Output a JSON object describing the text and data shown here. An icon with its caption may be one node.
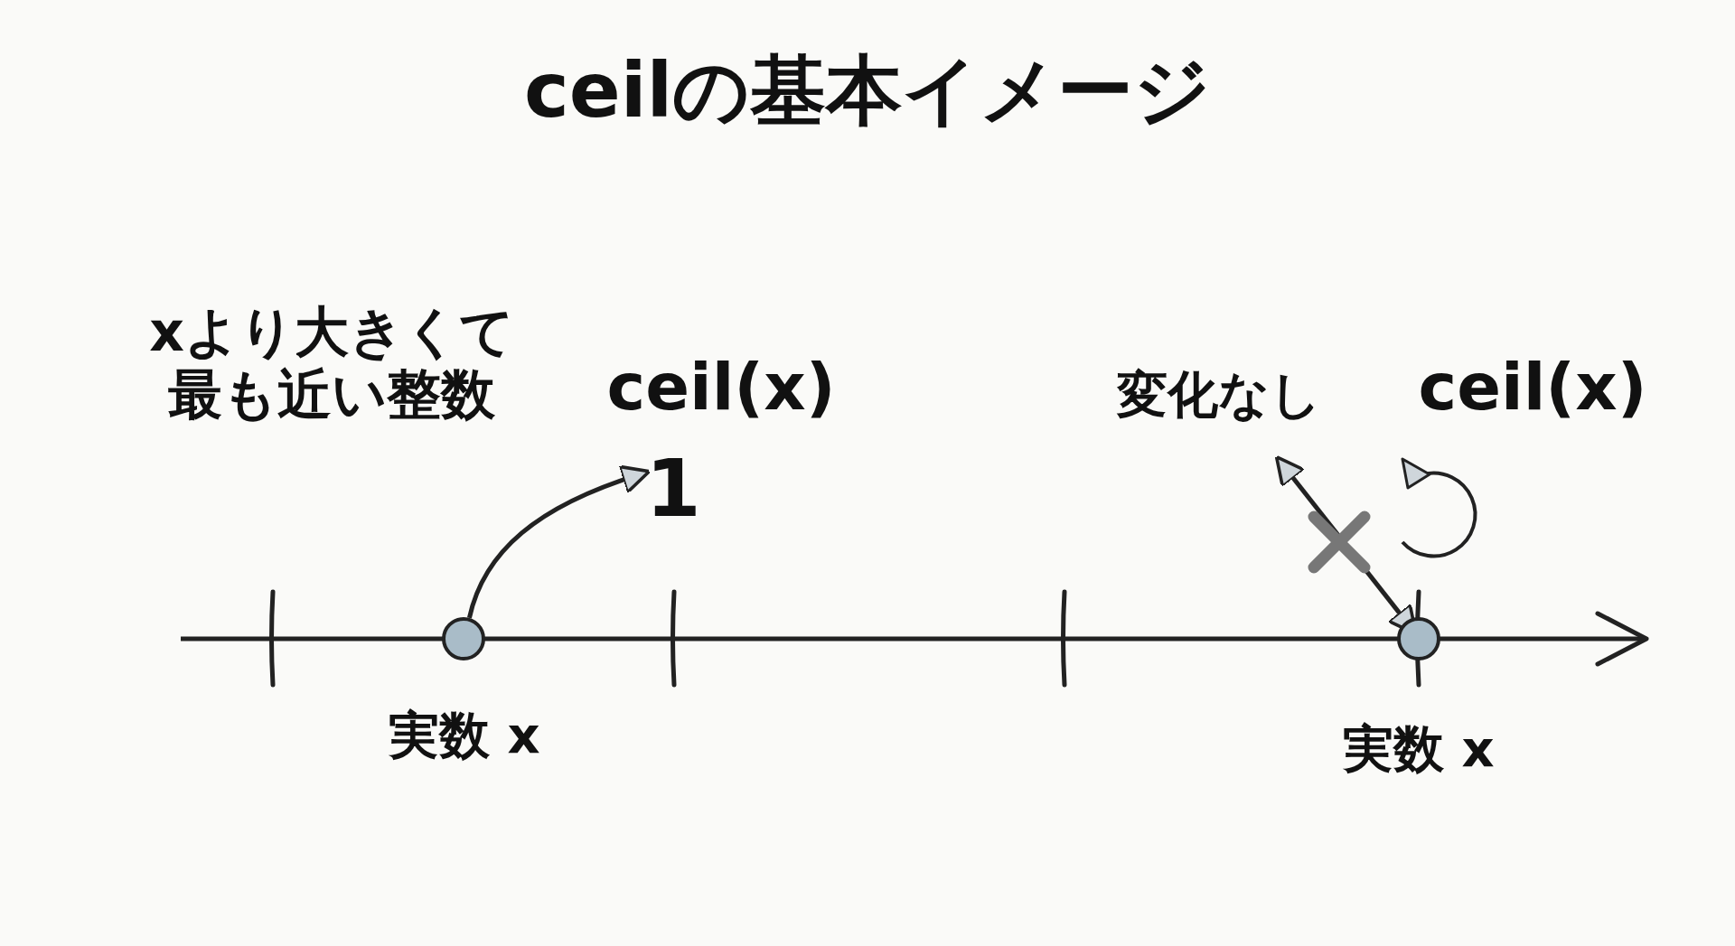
{
  "diagram": {
    "title": "ceilの基本イメージ",
    "nodes": [
      {
        "text": [],
        "shape": "circle",
        "beside": [
          "実数 x"
        ]
      },
      {
        "text": [
          "1"
        ],
        "beside": [
          "ceil(x)"
        ]
      },
      {
        "text": [],
        "shape": "circle",
        "beside": [
          "実数 x"
        ]
      }
    ],
    "edges": [
      {
        "from": 0,
        "to": 1,
        "arrow": "to"
      },
      {
        "from": 2,
        "to": null,
        "arrow": "both",
        "label": "変化なし"
      }
    ],
    "labels": [
      "xより大きくて最も近い整数",
      "ceil(x)"
    ]
  }
}
